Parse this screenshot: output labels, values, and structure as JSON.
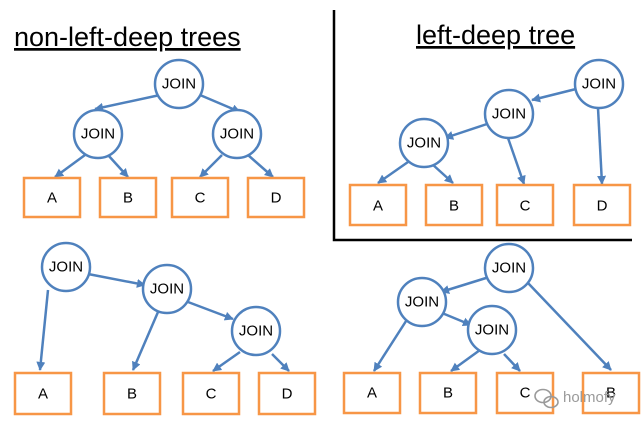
{
  "titles": {
    "non_left_deep": "non-left-deep trees",
    "left_deep": "left-deep tree"
  },
  "join_label": "JOIN",
  "leaves": {
    "bushy": [
      "A",
      "B",
      "C",
      "D"
    ],
    "left_deep": [
      "A",
      "B",
      "C",
      "D"
    ],
    "right_deep": [
      "A",
      "B",
      "C",
      "D"
    ],
    "zigzag": [
      "A",
      "B",
      "C",
      "B"
    ]
  },
  "watermark": {
    "text": "holmofy",
    "icon": "wechat-icon"
  },
  "colors": {
    "node": "#4f81bd",
    "leaf": "#f79646"
  }
}
